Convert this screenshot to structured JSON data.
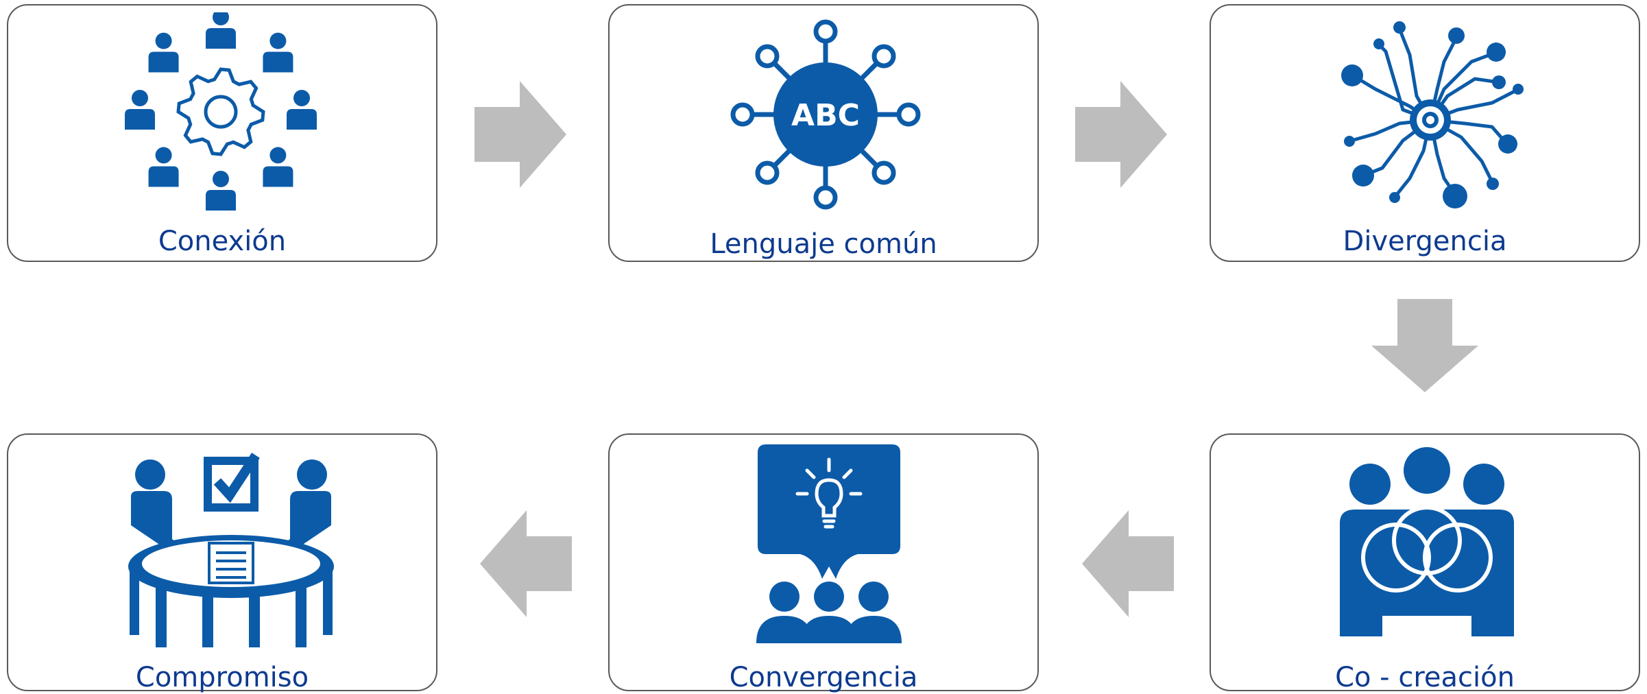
{
  "colors": {
    "icon": "#0c5ba8",
    "label": "#0d3a8f",
    "arrow": "#bdbdbd",
    "border": "#595959"
  },
  "steps": [
    {
      "label": "Conexión",
      "icon": "people-around-gear-icon"
    },
    {
      "label": "Lenguaje común",
      "icon": "abc-network-icon",
      "icon_text": "ABC"
    },
    {
      "label": "Divergencia",
      "icon": "circuit-burst-icon"
    },
    {
      "label": "Co - creación",
      "icon": "team-overlapping-circles-icon"
    },
    {
      "label": "Convergencia",
      "icon": "audience-idea-board-icon"
    },
    {
      "label": "Compromiso",
      "icon": "meeting-table-checkmark-icon"
    }
  ],
  "flow": [
    "Conexión → Lenguaje común",
    "Lenguaje común → Divergencia",
    "Divergencia → Co - creación",
    "Co - creación → Convergencia",
    "Convergencia → Compromiso"
  ]
}
